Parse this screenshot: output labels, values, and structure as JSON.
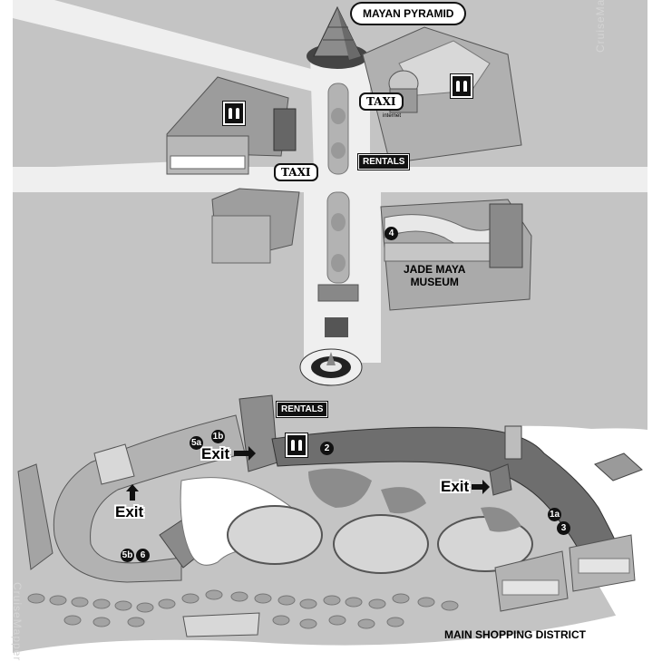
{
  "map": {
    "landmark_mayan_pyramid": "MAYAN PYRAMID",
    "taxi_label": "TAXI",
    "rentals_label": "RENTALS",
    "internet_label": "internet",
    "museum_line1": "JADE MAYA",
    "museum_line2": "MUSEUM",
    "main_shopping_district": "MAIN SHOPPING DISTRICT",
    "exit_label": "Exit",
    "markers": {
      "m1a": "1a",
      "m1b": "1b",
      "m2": "2",
      "m3": "3",
      "m4": "4",
      "m5a": "5a",
      "m5b": "5b",
      "m6": "6"
    },
    "watermark": "CruiseMapper"
  },
  "colors": {
    "ground": "#c4c4c4",
    "road": "#efefef",
    "building": "#a9a9a9",
    "roof": "#8a8a8a",
    "walkway": "#6e6e6e",
    "water": "#ffffff"
  }
}
